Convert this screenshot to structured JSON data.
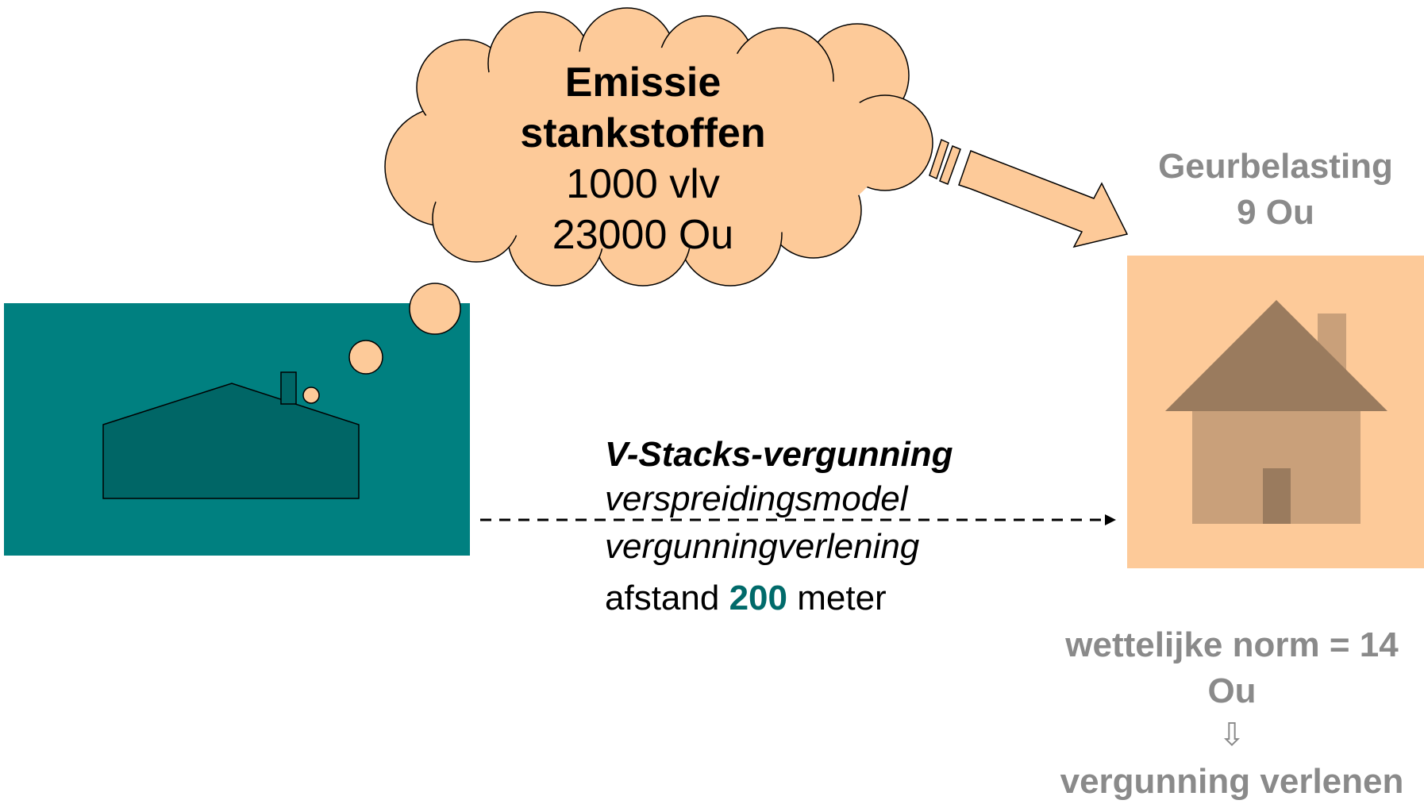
{
  "cloud": {
    "line1": "Emissie",
    "line2": "stankstoffen",
    "line3": "1000 vlv",
    "line4": "23000 Ou"
  },
  "receptor": {
    "title": "Geurbelasting",
    "value": "9 Ou"
  },
  "model": {
    "title": "V-Stacks-vergunning",
    "line2": "verspreidingsmodel",
    "line3": "vergunningverlening",
    "distance_prefix": "afstand",
    "distance_value": "200",
    "distance_unit": "meter"
  },
  "norm": {
    "line1": "wettelijke norm = 14",
    "line2": "Ou",
    "arrow": "⇩",
    "line3": "vergunning verlenen"
  },
  "colors": {
    "teal": "#008080",
    "dark_teal": "#006666",
    "peach": "#fdca99",
    "house_roof": "#9a7b5e",
    "house_wall": "#c9a07a",
    "grey_text": "#8a8a8a"
  }
}
